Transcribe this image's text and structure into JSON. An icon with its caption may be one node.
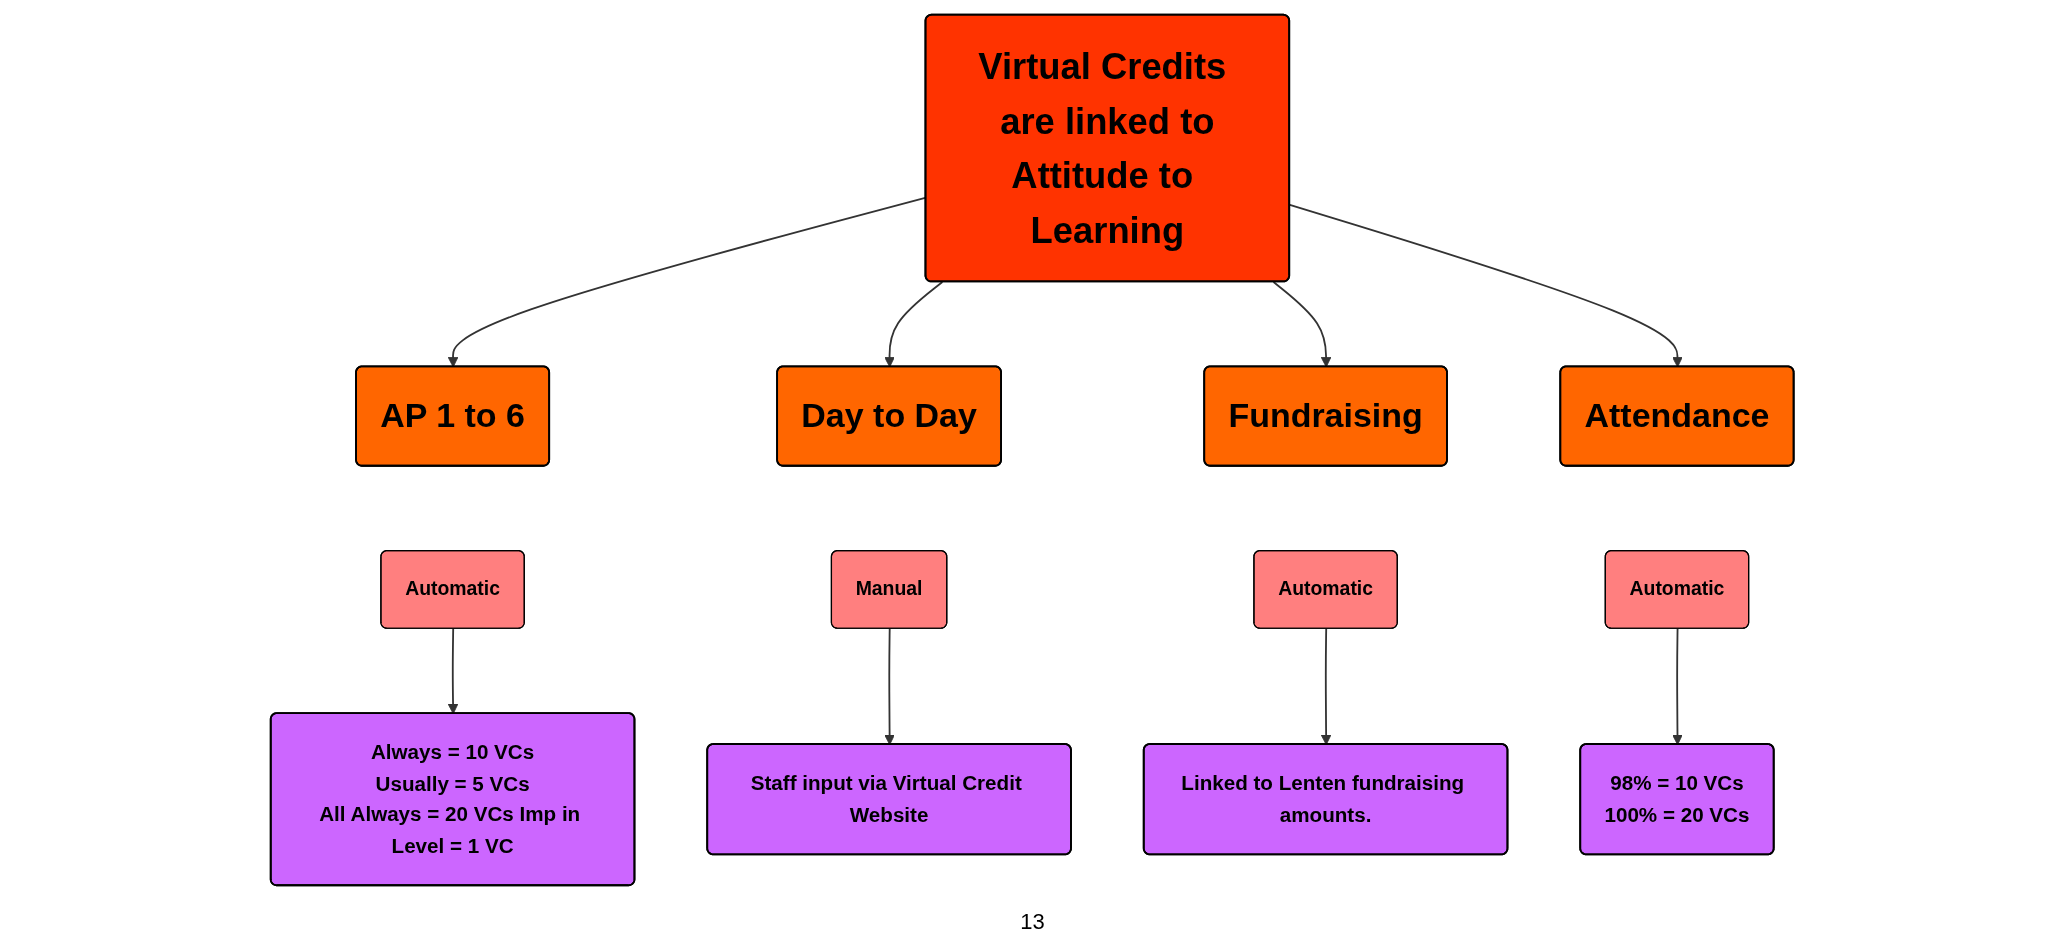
{
  "diagram": {
    "nodes": [
      {
        "text": [
          "Virtual Credits are linked to",
          "Attitude to Learning"
        ]
      },
      {
        "text": [
          "AP 1 to 6"
        ]
      },
      {
        "text": [
          "Day to Day"
        ]
      },
      {
        "text": [
          "Fundraising"
        ]
      },
      {
        "text": [
          "Attendance"
        ]
      },
      {
        "text": [
          "Automatic"
        ]
      },
      {
        "text": [
          "Manual"
        ]
      },
      {
        "text": [
          "Automatic"
        ]
      },
      {
        "text": [
          "Automatic"
        ]
      },
      {
        "text": [
          "Always = 10 VCs",
          "Usually = 5 VCs",
          "All Always = 20 VCs Imp in Level = 1 VC"
        ]
      },
      {
        "text": [
          "Staff input via Virtual Credit Website"
        ]
      },
      {
        "text": [
          "Linked to Lenten fundraising amounts."
        ]
      },
      {
        "text": [
          "98% = 10 VCs",
          "100% = 20 VCs"
        ]
      }
    ],
    "edges": [
      {
        "from": 0,
        "to": 1,
        "arrow": "to"
      },
      {
        "from": 0,
        "to": 2,
        "arrow": "to"
      },
      {
        "from": 0,
        "to": 3,
        "arrow": "to"
      },
      {
        "from": 0,
        "to": 4,
        "arrow": "to"
      },
      {
        "from": 5,
        "to": 9,
        "arrow": "to"
      },
      {
        "from": 6,
        "to": 10,
        "arrow": "to"
      },
      {
        "from": 7,
        "to": 11,
        "arrow": "to"
      },
      {
        "from": 8,
        "to": 12,
        "arrow": "to"
      }
    ],
    "labels": [
      "13"
    ]
  }
}
